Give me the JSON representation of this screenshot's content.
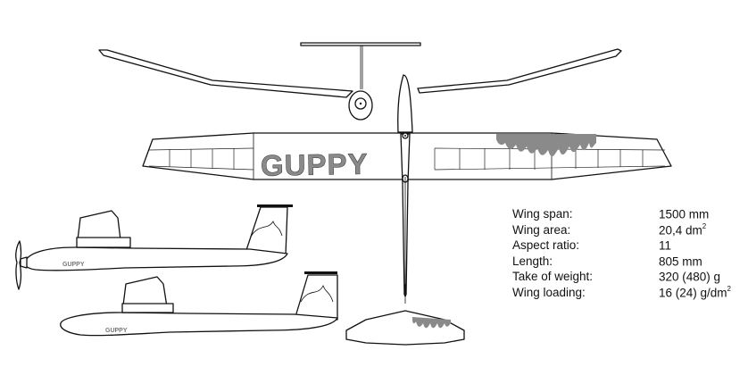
{
  "model": {
    "name": "GUPPY"
  },
  "specs": [
    {
      "label": "Wing span:",
      "value": "1500 mm",
      "sup": ""
    },
    {
      "label": "Wing area:",
      "value": "20,4 dm",
      "sup": "2"
    },
    {
      "label": "Aspect ratio:",
      "value": "11",
      "sup": ""
    },
    {
      "label": "Length:",
      "value": "805 mm",
      "sup": ""
    },
    {
      "label": "Take of weight:",
      "value": "320 (480) g",
      "sup": ""
    },
    {
      "label": "Wing loading:",
      "value": "16 (24) g/dm",
      "sup": "2"
    }
  ],
  "colors": {
    "line": "#111111",
    "accent_grey": "#8a8a8a",
    "background": "#ffffff"
  }
}
